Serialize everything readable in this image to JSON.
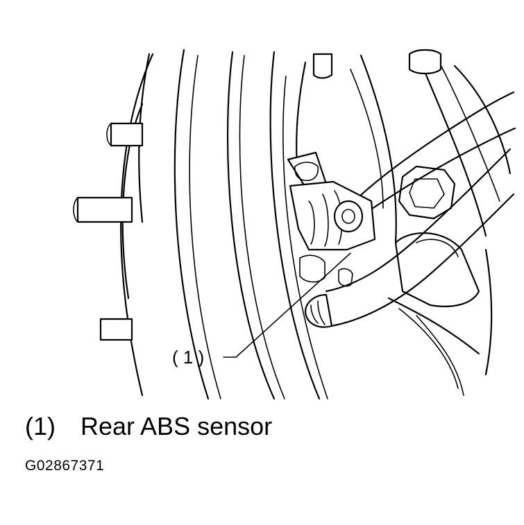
{
  "callout": {
    "label": "( 1 )"
  },
  "legend": {
    "number": "(1)",
    "text": "Rear ABS sensor"
  },
  "figure_id": "G02867371"
}
